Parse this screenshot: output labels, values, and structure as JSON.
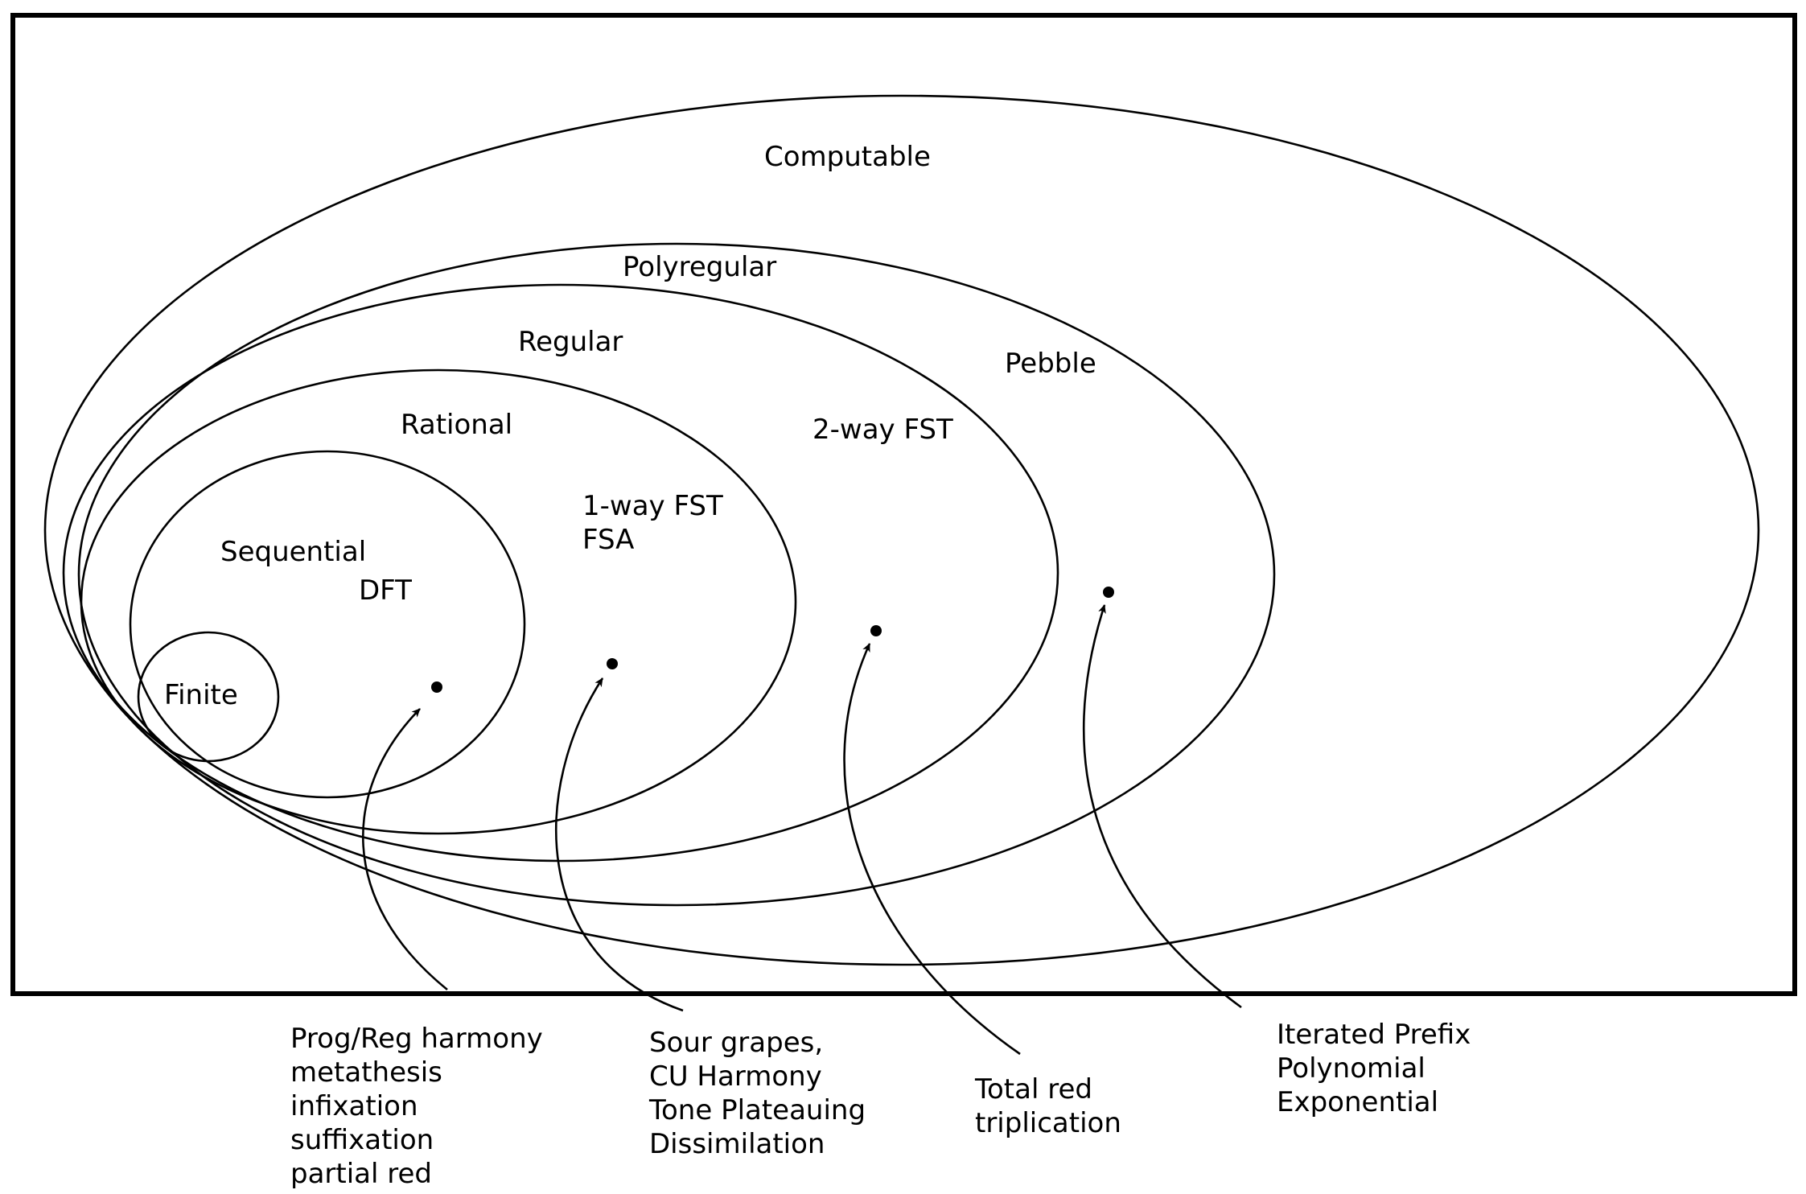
{
  "regions": {
    "computable": "Computable",
    "polyregular": "Polyregular",
    "pebble": "Pebble",
    "regular": "Regular",
    "two_way_fst": "2-way FST",
    "rational": "Rational",
    "one_way_fst": "1-way FST",
    "fsa": "FSA",
    "sequential": "Sequential",
    "dft": "DFT",
    "finite": "Finite"
  },
  "examples": {
    "sequential": [
      "Prog/Reg harmony",
      "metathesis",
      "infixation",
      "suffixation",
      "partial red"
    ],
    "rational": [
      "Sour grapes,",
      "CU Harmony",
      "Tone Plateauing",
      "Dissimilation"
    ],
    "regular": [
      "Total red",
      "triplication"
    ],
    "polyregular": [
      "Iterated Prefix",
      "Polynomial",
      "Exponential"
    ]
  }
}
